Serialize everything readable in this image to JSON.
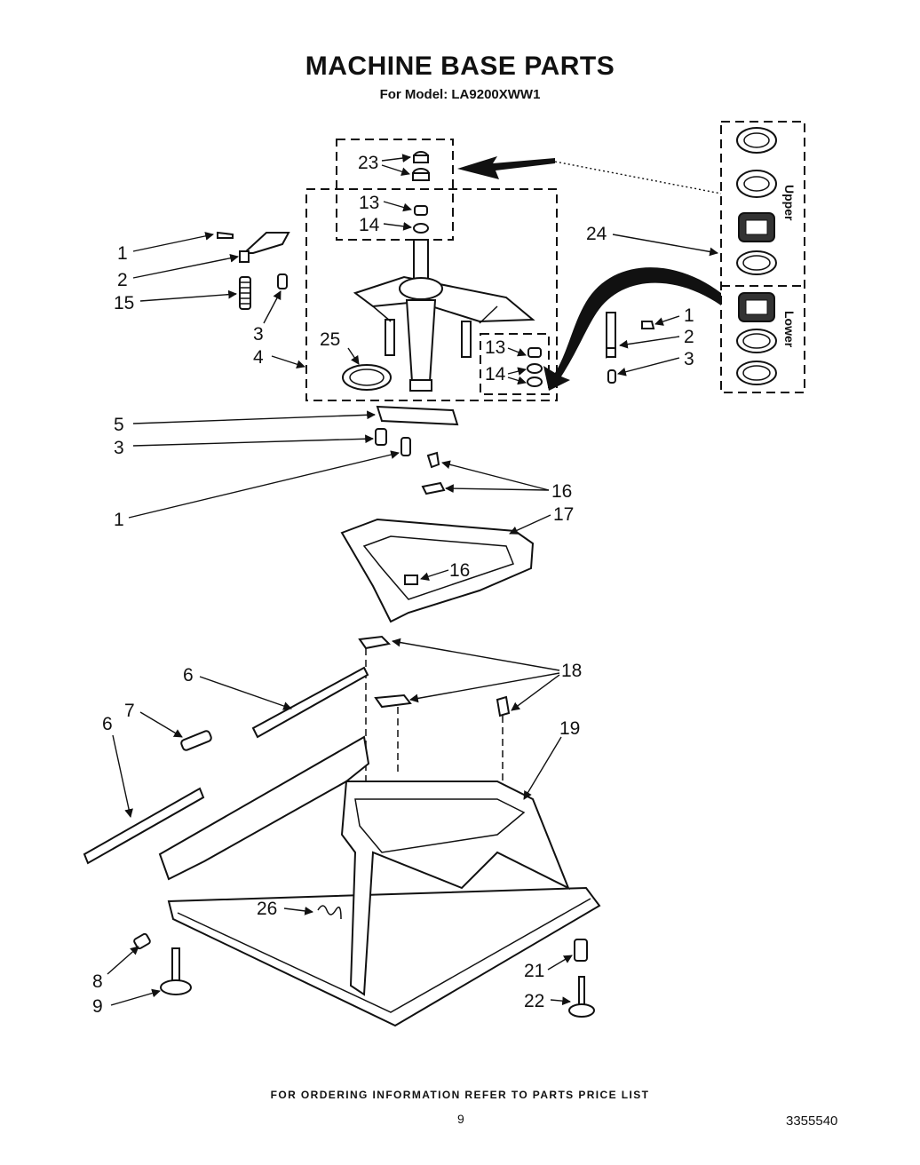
{
  "title": "MACHINE BASE PARTS",
  "subtitle": "For Model: LA9200XWW1",
  "footer_note": "FOR ORDERING INFORMATION REFER TO PARTS PRICE LIST",
  "page_number": "9",
  "doc_number": "3355540",
  "inset_labels": {
    "upper": "Upper",
    "lower": "Lower"
  },
  "callouts": [
    "1",
    "2",
    "15",
    "3",
    "4",
    "25",
    "23",
    "13",
    "14",
    "24",
    "1",
    "2",
    "3",
    "13",
    "14",
    "5",
    "3",
    "1",
    "16",
    "17",
    "16",
    "6",
    "7",
    "6",
    "18",
    "19",
    "26",
    "8",
    "9",
    "21",
    "22"
  ]
}
